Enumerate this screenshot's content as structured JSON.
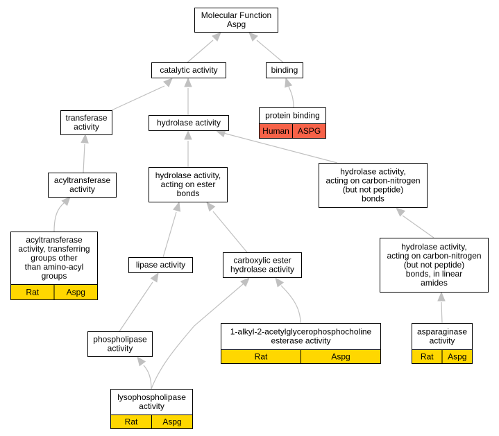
{
  "colors": {
    "edge": "#c0c0c0",
    "node_border": "#000000",
    "node_fill": "#ffffff",
    "rat_annotation": "#ffd700",
    "human_annotation": "#f76248"
  },
  "nodes": [
    {
      "id": "molecular_function",
      "lines": [
        "Molecular Function",
        "Aspg"
      ]
    },
    {
      "id": "catalytic_activity",
      "lines": [
        "catalytic activity"
      ]
    },
    {
      "id": "binding",
      "lines": [
        "binding"
      ]
    },
    {
      "id": "protein_binding",
      "lines": [
        "protein binding"
      ],
      "annotations": [
        "Human",
        "ASPG"
      ],
      "annotation_color": "#f76248"
    },
    {
      "id": "transferase_activity",
      "lines": [
        "transferase",
        "activity"
      ]
    },
    {
      "id": "hydrolase_activity",
      "lines": [
        "hydrolase activity"
      ]
    },
    {
      "id": "acyltransferase_activity",
      "lines": [
        "acyltransferase",
        "activity"
      ]
    },
    {
      "id": "hydrolase_ester",
      "lines": [
        "hydrolase activity,",
        "acting on ester",
        "bonds"
      ]
    },
    {
      "id": "hydrolase_cn",
      "lines": [
        "hydrolase activity,",
        "acting on carbon-nitrogen",
        "(but not peptide)",
        "bonds"
      ]
    },
    {
      "id": "acyltransferase_non_amino",
      "lines": [
        "acyltransferase",
        "activity, transferring",
        "groups other",
        "than amino-acyl",
        "groups"
      ],
      "annotations": [
        "Rat",
        "Aspg"
      ],
      "annotation_color": "#ffd700"
    },
    {
      "id": "lipase_activity",
      "lines": [
        "lipase activity"
      ]
    },
    {
      "id": "carboxylic_ester_hydrolase",
      "lines": [
        "carboxylic ester",
        "hydrolase activity"
      ]
    },
    {
      "id": "hydrolase_cn_linear",
      "lines": [
        "hydrolase activity,",
        "acting on carbon-nitrogen",
        "(but not peptide)",
        "bonds, in linear",
        "amides"
      ]
    },
    {
      "id": "phospholipase_activity",
      "lines": [
        "phospholipase",
        "activity"
      ]
    },
    {
      "id": "alkyl_acetylglycerophosphocholine_esterase",
      "lines": [
        "1-alkyl-2-acetylglycerophosphocholine",
        "esterase activity"
      ],
      "annotations": [
        "Rat",
        "Aspg"
      ],
      "annotation_color": "#ffd700"
    },
    {
      "id": "asparaginase_activity",
      "lines": [
        "asparaginase",
        "activity"
      ],
      "annotations": [
        "Rat",
        "Aspg"
      ],
      "annotation_color": "#ffd700"
    },
    {
      "id": "lysophospholipase_activity",
      "lines": [
        "lysophospholipase",
        "activity"
      ],
      "annotations": [
        "Rat",
        "Aspg"
      ],
      "annotation_color": "#ffd700"
    }
  ],
  "edges": [
    {
      "from": "catalytic_activity",
      "to": "molecular_function"
    },
    {
      "from": "binding",
      "to": "molecular_function"
    },
    {
      "from": "protein_binding",
      "to": "binding"
    },
    {
      "from": "transferase_activity",
      "to": "catalytic_activity"
    },
    {
      "from": "hydrolase_activity",
      "to": "catalytic_activity"
    },
    {
      "from": "acyltransferase_activity",
      "to": "transferase_activity"
    },
    {
      "from": "hydrolase_ester",
      "to": "hydrolase_activity"
    },
    {
      "from": "hydrolase_cn",
      "to": "hydrolase_activity"
    },
    {
      "from": "acyltransferase_non_amino",
      "to": "acyltransferase_activity"
    },
    {
      "from": "lipase_activity",
      "to": "hydrolase_ester"
    },
    {
      "from": "carboxylic_ester_hydrolase",
      "to": "hydrolase_ester"
    },
    {
      "from": "hydrolase_cn_linear",
      "to": "hydrolase_cn"
    },
    {
      "from": "phospholipase_activity",
      "to": "lipase_activity"
    },
    {
      "from": "alkyl_acetylglycerophosphocholine_esterase",
      "to": "carboxylic_ester_hydrolase"
    },
    {
      "from": "asparaginase_activity",
      "to": "hydrolase_cn_linear"
    },
    {
      "from": "lysophospholipase_activity",
      "to": "phospholipase_activity"
    },
    {
      "from": "lysophospholipase_activity",
      "to": "carboxylic_ester_hydrolase"
    }
  ]
}
